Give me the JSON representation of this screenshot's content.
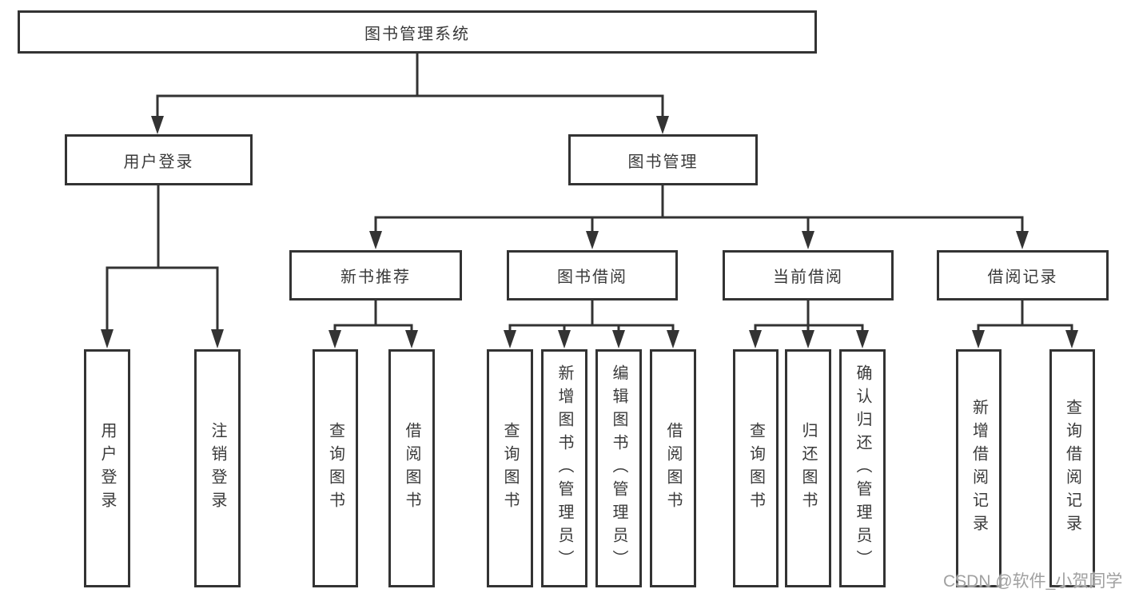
{
  "title": {
    "label": "图书管理系统"
  },
  "branches": {
    "user_login": {
      "label": "用户登录",
      "leaves": [
        {
          "label": "用户登录"
        },
        {
          "label": "注销登录"
        }
      ]
    },
    "book_mgmt": {
      "label": "图书管理",
      "groups": [
        {
          "label": "新书推荐",
          "leaves": [
            {
              "label": "查询图书"
            },
            {
              "label": "借阅图书"
            }
          ]
        },
        {
          "label": "图书借阅",
          "leaves": [
            {
              "label": "查询图书"
            },
            {
              "label": "新增图书（管理员）"
            },
            {
              "label": "编辑图书（管理员）"
            },
            {
              "label": "借阅图书"
            }
          ]
        },
        {
          "label": "当前借阅",
          "leaves": [
            {
              "label": "查询图书"
            },
            {
              "label": "归还图书"
            },
            {
              "label": "确认归还（管理员）"
            }
          ]
        },
        {
          "label": "借阅记录",
          "leaves": [
            {
              "label": "新增借阅记录"
            },
            {
              "label": "查询借阅记录"
            }
          ]
        }
      ]
    }
  },
  "watermark": {
    "text": "CSDN @软件_小贺同学"
  },
  "colors": {
    "line": "#333333",
    "box_border": "#333333",
    "box_fill": "#ffffff",
    "text": "#3a3a3a",
    "watermark": "#a0a0a0"
  }
}
